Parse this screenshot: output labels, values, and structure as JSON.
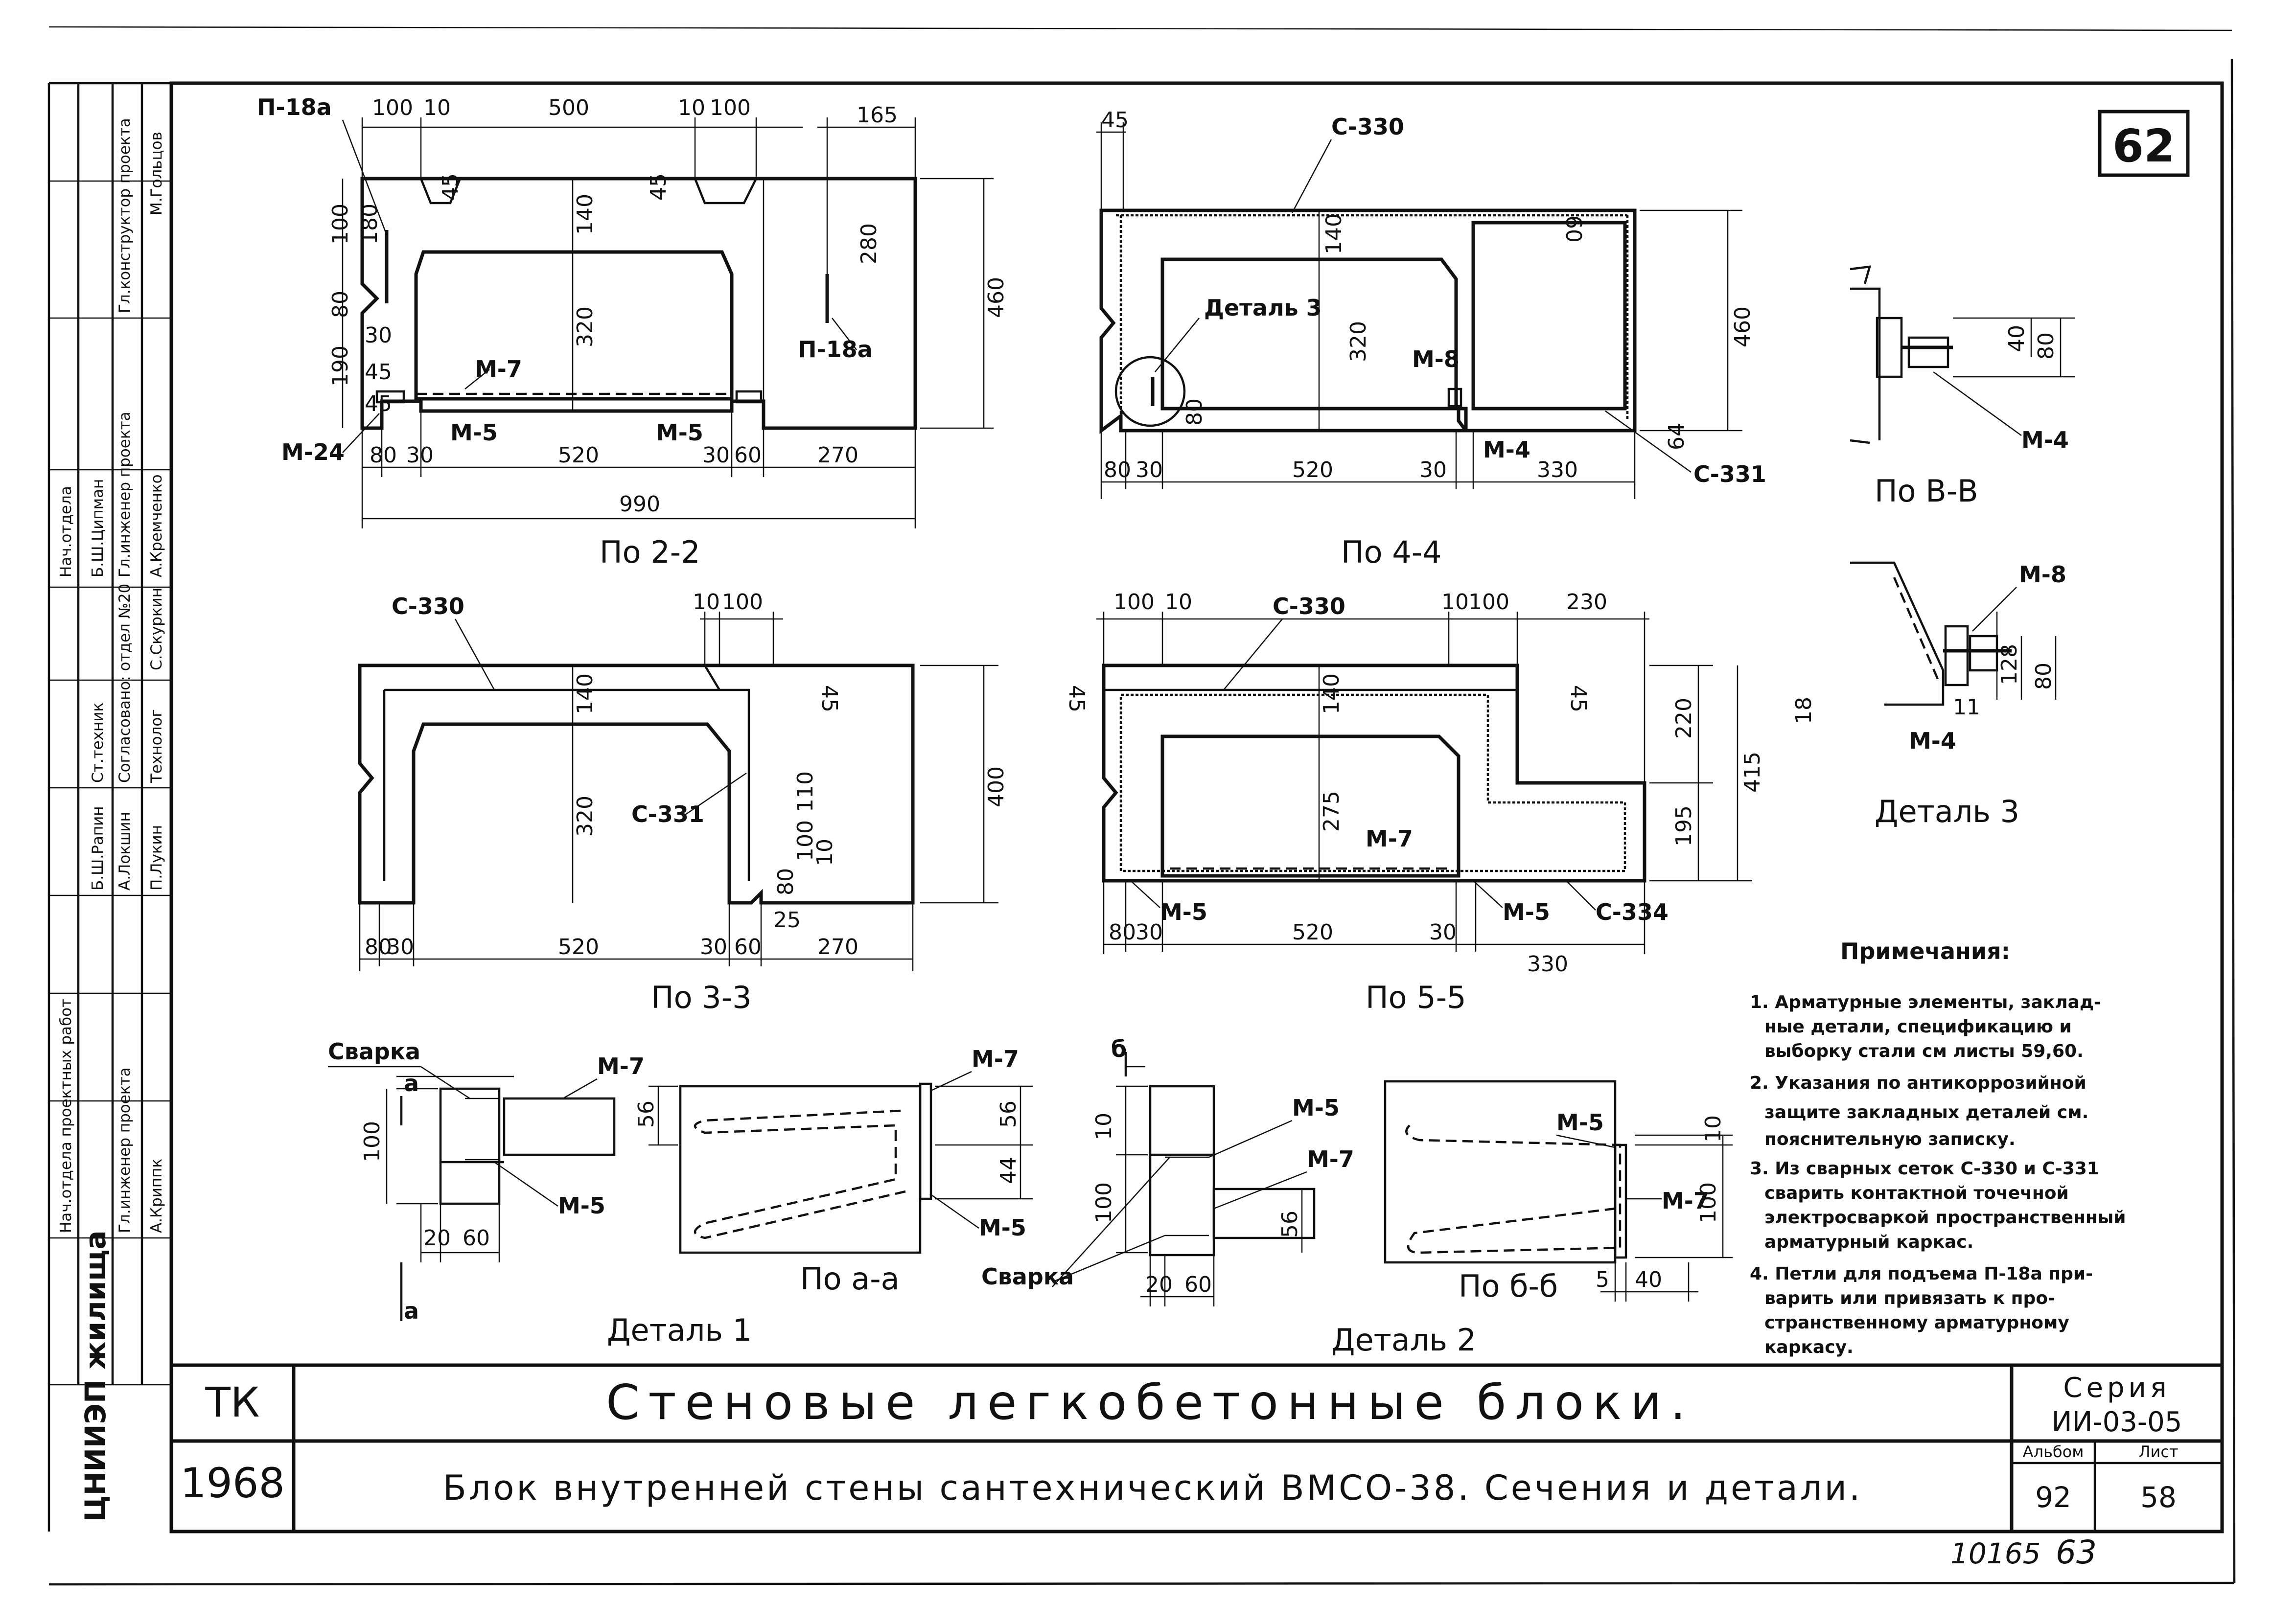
{
  "sheet_number": "62",
  "title_block": {
    "code": "ТК",
    "year": "1968",
    "title": "Стеновые легкобетонные блоки.",
    "subtitle": "Блок внутренней стены сантехнический ВМСО-38. Сечения и детали.",
    "series_label": "Серия",
    "series_value": "ИИ-03-05",
    "album_label": "Альбом",
    "album_value": "92",
    "sheet_label": "Лист",
    "sheet_value": "58",
    "organization": "ЦНИИЭП жилища"
  },
  "footer": {
    "archive_no": "10165",
    "page_no": "63"
  },
  "side_stamp": [
    "Гл.конструктор проекта",
    "М.Гольцов",
    "Нач.отдела",
    "Б.Ш.Ципман",
    "Гл.инженер проекта",
    "А.Кремченко",
    "Ст.техник",
    "Б.Ш.Рапин",
    "А.Локшин",
    "Согласовано: отдел №20",
    "Технолог",
    "П.Лукин",
    "С.Скуркин",
    "Нач.отдела проектных работ",
    "А.Криппк",
    "Гл.инженер проекта"
  ],
  "section_22": {
    "caption": "По 2-2",
    "labels": [
      "П-18а",
      "М-7",
      "М-5",
      "М-5",
      "П-18а",
      "М-24"
    ],
    "dims_top": [
      "100",
      "10",
      "500",
      "10",
      "100",
      "165"
    ],
    "dims_left": [
      "100",
      "180",
      "80",
      "190",
      "45",
      "45",
      "30"
    ],
    "dims_inner": [
      "45",
      "45",
      "140",
      "320",
      "280"
    ],
    "dims_right": [
      "460"
    ],
    "dims_bottom": [
      "80",
      "30",
      "520",
      "30",
      "60",
      "270"
    ],
    "total": "990"
  },
  "section_44": {
    "caption": "По 4-4",
    "labels": [
      "С-330",
      "Деталь 3",
      "М-8",
      "М-4",
      "С-331"
    ],
    "dims_top": [
      "45"
    ],
    "dims_inner": [
      "140",
      "320",
      "60",
      "80",
      "64"
    ],
    "dims_right": [
      "460"
    ],
    "dims_bottom": [
      "80",
      "30",
      "520",
      "30",
      "330"
    ]
  },
  "view_bb": {
    "caption": "По В-В",
    "labels": [
      "М-4"
    ],
    "dims": [
      "40",
      "80"
    ]
  },
  "detail_3": {
    "caption": "Деталь 3",
    "labels": [
      "М-8",
      "М-4"
    ],
    "dims": [
      "18",
      "128",
      "80",
      "11"
    ]
  },
  "section_33": {
    "caption": "По 3-3",
    "labels": [
      "С-330",
      "С-331"
    ],
    "dims_top": [
      "10",
      "100"
    ],
    "dims_inner": [
      "45",
      "140",
      "320",
      "110",
      "100",
      "80",
      "10",
      "25"
    ],
    "dims_right": [
      "400"
    ],
    "dims_bottom": [
      "80",
      "30",
      "520",
      "30",
      "60",
      "270"
    ]
  },
  "section_55": {
    "caption": "По 5-5",
    "labels": [
      "С-330",
      "М-7",
      "М-5",
      "М-5",
      "С-334"
    ],
    "dims_top": [
      "100",
      "10",
      "10",
      "100",
      "230"
    ],
    "dims_inner": [
      "45",
      "45",
      "140",
      "275"
    ],
    "dims_right": [
      "220",
      "195",
      "415"
    ],
    "dims_bottom": [
      "80",
      "30",
      "520",
      "30",
      "330"
    ]
  },
  "detail_1": {
    "caption": "Деталь 1",
    "labels": [
      "Сварка",
      "М-7",
      "М-5",
      "а",
      "а"
    ],
    "dims": [
      "100",
      "20",
      "60"
    ]
  },
  "view_aa": {
    "caption": "По а-а",
    "labels": [
      "М-7",
      "М-5"
    ],
    "dims": [
      "56",
      "44"
    ]
  },
  "detail_2": {
    "caption": "Деталь 2",
    "labels": [
      "б",
      "М-5",
      "М-7",
      "Сварка"
    ],
    "dims": [
      "10",
      "100",
      "56",
      "20",
      "60"
    ]
  },
  "view_bb2": {
    "caption": "По б-б",
    "labels": [
      "М-5",
      "М-7"
    ],
    "dims": [
      "10",
      "100",
      "5",
      "40"
    ]
  },
  "notes": {
    "heading": "Примечания:",
    "lines": [
      "1. Арматурные элементы, заклад-",
      "ные детали, спецификацию и",
      "выборку стали см листы 59,60.",
      "2. Указания по антикоррозийной",
      "защите закладных деталей см.",
      "пояснительную записку.",
      "3. Из сварных сеток С-330 и С-331",
      "сварить контактной точечной",
      "электросваркой пространственный",
      "арматурный каркас.",
      "4. Петли для подъема П-18а при-",
      "варить или привязать к про-",
      "странственному арматурному",
      "каркасу."
    ]
  }
}
